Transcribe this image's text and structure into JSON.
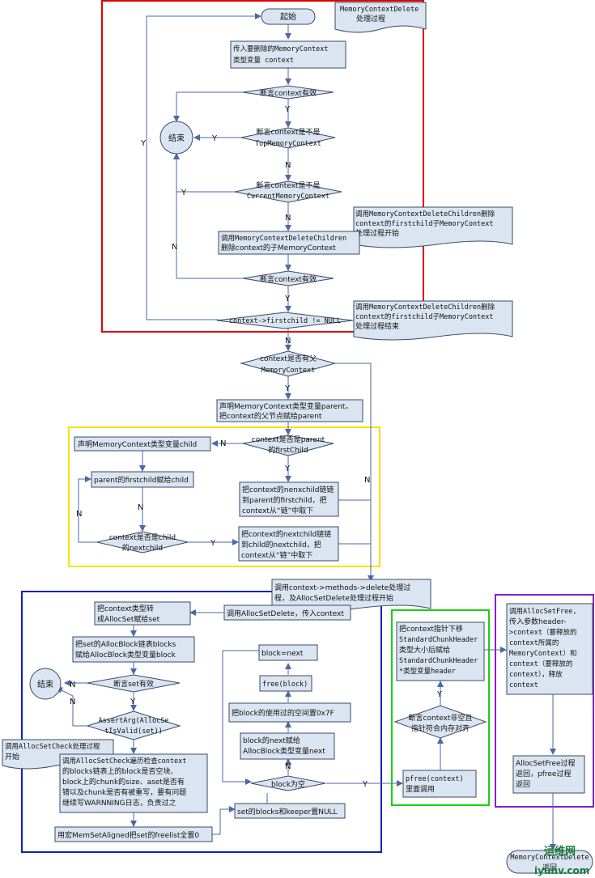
{
  "diagram": {
    "start": "起始",
    "title_note": [
      "MemoryContextDelete",
      "处理过程"
    ],
    "pass_param": [
      "传入要删除的MemoryContext",
      "类型变量 context"
    ],
    "assert_valid_1": "断言context有效",
    "end_1": "结束",
    "check_top": [
      "断言context是不是",
      "TopMemoryContext"
    ],
    "check_current": [
      "断言context是不是",
      "CurrentMemoryContext"
    ],
    "call_delete_children": [
      "调用MemoryContextDeleteChildren",
      "删除context的子MemoryContext"
    ],
    "note_children_start": [
      "调用MemoryContextDeleteChildren删除",
      "context的firstchild子MemoryContext",
      "处理过程开始"
    ],
    "assert_valid_2": "断言context有效",
    "check_firstchild": "context->firstchild != NULL",
    "note_children_end": [
      "调用MemoryContextDeleteChildren删除",
      "context的firstchild子MemoryContext",
      "处理过程结束"
    ],
    "check_parent": [
      "context是否有父",
      "MemoryContext"
    ],
    "declare_parent": [
      "声明MemoryContext类型变量parent，",
      "把context的父节点赋给parent"
    ],
    "check_first_child": [
      "context是否是parent",
      "的firstChild"
    ],
    "declare_child": "声明MemoryContext类型变量child",
    "assign_child": "parent的firstchild赋给child",
    "unlink_first": [
      "把context的nenxchild链链",
      "到parent的firstchild，把",
      "context从“链”中取下"
    ],
    "check_next": [
      "context是否是child",
      "的nextchild"
    ],
    "unlink_next": [
      "把context的nextchild链链",
      "到child的nextchild，把",
      "context从“链”中取下"
    ],
    "call_methods": [
      "调用context->methods->delete处理过",
      "程，及AllocSetDelete处理过程开始"
    ],
    "call_allocset_delete": "调用AllocSetDelete，传入context",
    "cast_set": [
      "把context类型转",
      "成AllocSet赋给set"
    ],
    "assign_blocks": [
      "把set的AllocBlock链表blocks",
      "赋给AllocBlock类型变量block"
    ],
    "assert_set": "断言set有效",
    "end_2": "结束",
    "assert_arg": [
      "AssertArg(AllocSe",
      "tIsValid(set))"
    ],
    "note_check": [
      "调用AllocSetCheck处理过程",
      "开始"
    ],
    "call_check": [
      "调用AllocSetCheck遍历检查context",
      "的blocks链表上的block是否空块、",
      "block上的chunk的size、aset是否有",
      "错以及chunk是否有被重写，要有问题",
      "继续写WARNNING日志，负责过之"
    ],
    "memset_freelist": "用宏MemSetAligned把set的freelist全置0",
    "block_next": "block=next",
    "free_block": "free(block)",
    "zero_block": "把block的使用过的空间置0x7F",
    "assign_next": [
      "block的next赋给",
      "AllocBlock类型变量next"
    ],
    "check_block_null": "block为空",
    "null_blocks": "set的blocks和keeper置NULL",
    "pfree": [
      "pfree(context)",
      "里面调用"
    ],
    "assert_align": [
      "断言context非空且",
      "指针符合内存对齐"
    ],
    "header_ptr": [
      "把context指针下移",
      "StandardChunkHeader",
      "类型大小后赋给",
      "StandardChunkHeader",
      "*类型变量header"
    ],
    "call_allocset_free": [
      "调用AllocSetFree,",
      "传入参数header-",
      ">context（要释放的",
      "context所属的",
      "MemoryContext）和",
      "context（要释放的",
      "context），释放",
      "context"
    ],
    "allocset_free_return": [
      "AllocSetFree过程",
      "返回，pfree过程",
      "返回"
    ],
    "final_note": [
      "MemoryContextDelete",
      "返回"
    ],
    "watermark": [
      "运维网",
      "iyunv.com"
    ],
    "Y": "Y",
    "N": "N"
  },
  "colors": {
    "box_fill": "#dbe5f1",
    "box_stroke": "#3a4a66",
    "line": "#4a6aa6",
    "frame_red": "#e00000",
    "frame_yellow": "#f5e400",
    "frame_blue": "#0b1fb8",
    "frame_green": "#18d010",
    "frame_purple": "#8a1fc8"
  }
}
